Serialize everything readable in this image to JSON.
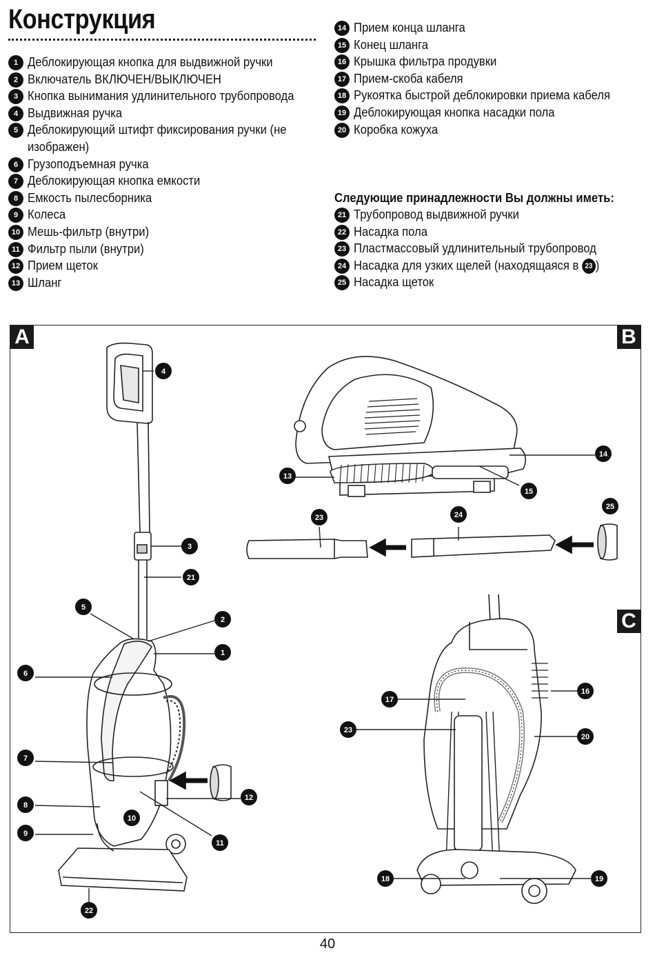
{
  "page": {
    "title": "Конструкция",
    "page_number": "40"
  },
  "parts_left": [
    {
      "n": "1",
      "label": "Деблокирующая кнопка для выдвижной ручки"
    },
    {
      "n": "2",
      "label": "Включатель ВКЛЮЧЕН/ВЫКЛЮЧЕН"
    },
    {
      "n": "3",
      "label": "Кнопка вынимания удлинительного трубопровода"
    },
    {
      "n": "4",
      "label": "Выдвижная ручка"
    },
    {
      "n": "5",
      "label": "Деблокирующий штифт фиксирования ручки (не изображен)"
    },
    {
      "n": "6",
      "label": "Грузоподъемная ручка"
    },
    {
      "n": "7",
      "label": "Деблокирующая кнопка емкости"
    },
    {
      "n": "8",
      "label": "Емкость пылесборника"
    },
    {
      "n": "9",
      "label": "Колеса"
    },
    {
      "n": "10",
      "label": "Мешь-фильтр (внутри)"
    },
    {
      "n": "11",
      "label": "Фильтр пыли (внутри)"
    },
    {
      "n": "12",
      "label": "Прием щеток"
    },
    {
      "n": "13",
      "label": "Шланг"
    }
  ],
  "parts_right": [
    {
      "n": "14",
      "label": "Прием конца шланга"
    },
    {
      "n": "15",
      "label": "Конец шланга"
    },
    {
      "n": "16",
      "label": "Крышка фильтра продувки"
    },
    {
      "n": "17",
      "label": "Прием-скоба кабеля"
    },
    {
      "n": "18",
      "label": "Рукоятка быстрой деблокировки приема кабеля"
    },
    {
      "n": "19",
      "label": "Деблокирующая кнопка насадки пола"
    },
    {
      "n": "20",
      "label": "Коробка кожуха"
    }
  ],
  "accessories": {
    "heading": "Следующие принадлежности Вы должны иметь:",
    "items": [
      {
        "n": "21",
        "label": "Трубопровод выдвижной ручки"
      },
      {
        "n": "22",
        "label": "Насадка пола"
      },
      {
        "n": "23",
        "label": "Пластмассовый удлинительный трубопровод"
      },
      {
        "n": "24",
        "label": "Насадка для узких щелей (находящаяся в ",
        "ref": "23",
        "suffix": ")"
      },
      {
        "n": "25",
        "label": "Насадка щеток"
      }
    ]
  },
  "figure": {
    "panels": {
      "a": "A",
      "b": "B",
      "c": "C"
    },
    "callouts": {
      "a": [
        "4",
        "3",
        "21",
        "5",
        "2",
        "1",
        "6",
        "7",
        "12",
        "8",
        "10",
        "11",
        "9",
        "22"
      ],
      "b": [
        "14",
        "13",
        "15",
        "23",
        "24",
        "25"
      ],
      "c": [
        "16",
        "17",
        "23",
        "20",
        "18",
        "19"
      ]
    }
  }
}
